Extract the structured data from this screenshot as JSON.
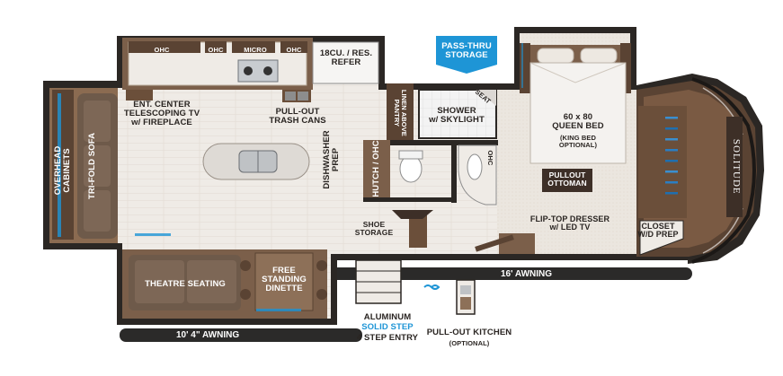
{
  "labels": {
    "ohc_1": "OHC",
    "ohc_2": "OHC",
    "micro": "MICRO",
    "ohc_3": "OHC",
    "refer": "18CU. / RES.\nREFER",
    "pass_thru": "PASS-THRU\nSTORAGE",
    "ent_center": "ENT. CENTER\nTELESCOPING TV\nw/ FIREPLACE",
    "pull_out_trash": "PULL-OUT\nTRASH CANS",
    "linen": "LINEN ABOVE\nPANTRY",
    "shower": "SHOWER\nw/ SKYLIGHT",
    "seat": "SEAT",
    "queen_bed": "60 x 80\nQUEEN BED",
    "king_bed": "(KING BED\nOPTIONAL)",
    "overhead_cabinets": "OVERHEAD CABINETS",
    "tri_fold_sofa": "TRI-FOLD SOFA",
    "dishwasher": "DISHWASHER\nPREP",
    "hutch": "HUTCH / OHC",
    "ohc_bath": "OHC",
    "pullout_ottoman": "PULLOUT\nOTTOMAN",
    "shoe_storage": "SHOE\nSTORAGE",
    "flip_top": "FLIP-TOP DRESSER\nw/ LED TV",
    "closet": "CLOSET\nW/D PREP",
    "theatre_seating": "THEATRE SEATING",
    "dinette": "FREE\nSTANDING\nDINETTE",
    "awning_16": "16' AWNING",
    "awning_10": "10' 4\"  AWNING",
    "aluminum": "ALUMINUM",
    "solid_step": "SOLID STEP",
    "four_step": "4 STEP ENTRY",
    "pull_out_kitchen": "PULL-OUT KITCHEN",
    "optional": "(OPTIONAL)",
    "brand": "SOLITUDE"
  },
  "colors": {
    "wall": "#2b2724",
    "floor": "#ece7e1",
    "wood": "#8a6a4f",
    "dark_wood": "#5a4333",
    "fabric": "#6e5a4a",
    "blue_accent": "#1e95d6",
    "awning": "#2b2a29"
  }
}
